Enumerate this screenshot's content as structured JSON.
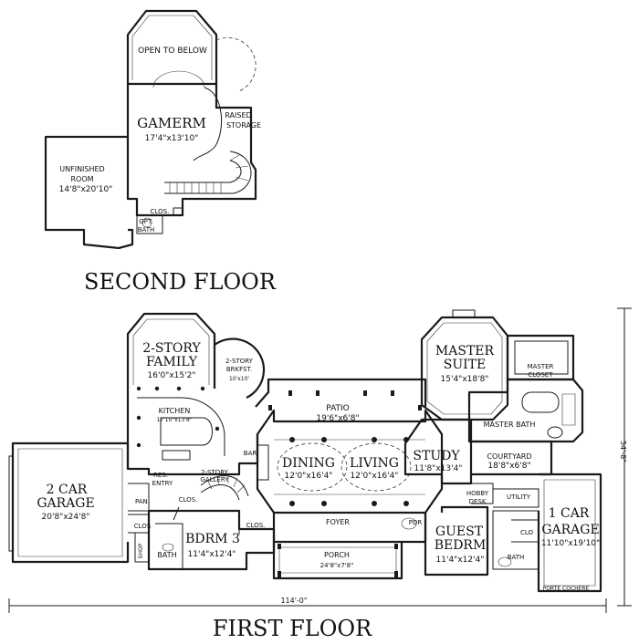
{
  "floors": {
    "second_title": "SECOND FLOOR",
    "first_title": "FIRST FLOOR"
  },
  "second": {
    "open_to_below": "OPEN TO BELOW",
    "gamerm_name": "GAMERM",
    "gamerm_dim": "17'4\"x13'10\"",
    "raised_1": "RAISED",
    "raised_2": "STORAGE",
    "unfinished_1": "UNFINISHED",
    "unfinished_2": "ROOM",
    "unfinished_dim": "14'8\"x20'10\"",
    "clos": "CLOS.",
    "opt_1": "OPT.",
    "opt_2": "BATH"
  },
  "first": {
    "family_1": "2-STORY",
    "family_2": "FAMILY",
    "family_dim": "16'0\"x15'2\"",
    "brkfst_1": "2-STORY",
    "brkfst_2": "BRKFST.",
    "brkfst_dim": "10'x10'",
    "kitchen": "KITCHEN",
    "kitchen_dim": "17'10\"x13'8\"",
    "patio": "PATIO",
    "patio_dim": "19'6\"x6'8\"",
    "master_1": "MASTER",
    "master_2": "SUITE",
    "master_dim": "15'4\"x18'8\"",
    "master_closet_1": "MASTER",
    "master_closet_2": "CLOSET",
    "master_bath": "MASTER BATH",
    "dining": "DINING",
    "dining_dim": "12'0\"x16'4\"",
    "living": "LIVING",
    "living_dim": "12'0\"x16'4\"",
    "bar": "BAR",
    "study": "STUDY",
    "study_dim": "11'8\"x13'4\"",
    "courtyard": "COURTYARD",
    "courtyard_dim": "18'8\"x6'8\"",
    "garage2_1": "2 CAR",
    "garage2_2": "GARAGE",
    "garage2_dim": "20'8\"x24'8\"",
    "res_1": "RES.",
    "res_2": "ENTRY",
    "gallery_1": "2-STORY",
    "gallery_2": "GALLERY",
    "clos": "CLOS.",
    "pan": "PAN.",
    "clos2": "CLOS",
    "shop": "SHOP",
    "bath": "BATH",
    "bdrm3": "BDRM 3",
    "bdrm3_dim": "11'4\"x12'4\"",
    "clos_b3": "CLOS.",
    "foyer": "FOYER",
    "pdr": "PDR",
    "porch": "PORCH",
    "porch_dim": "24'8\"x7'8\"",
    "hobby_1": "HOBBY",
    "hobby_2": "DESK",
    "utility": "UTILITY",
    "guest_1": "GUEST",
    "guest_2": "BEDRM",
    "guest_dim": "11'4\"x12'4\"",
    "bath2": "BATH",
    "clo": "CLO",
    "garage1_1": "1 CAR",
    "garage1_2": "GARAGE",
    "garage1_dim": "11'10\"x19'10\"",
    "porte": "PORTE COCHERE",
    "width_dim": "114'-0\"",
    "depth_dim": "54'-8\""
  }
}
